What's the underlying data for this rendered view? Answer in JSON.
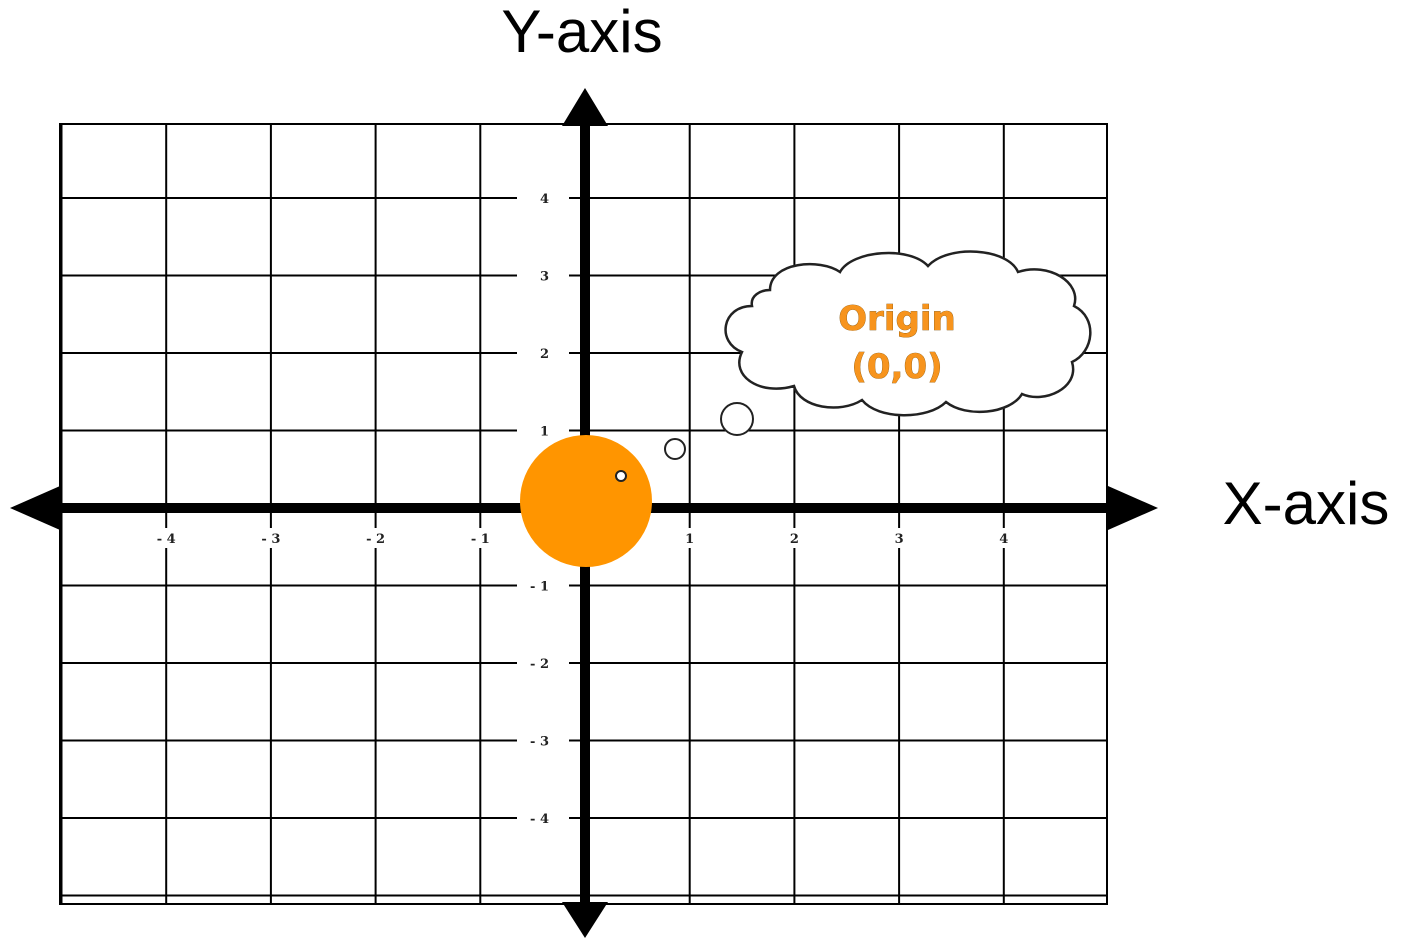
{
  "chart_data": {
    "type": "diagram",
    "ylabel": "Y-axis",
    "xlabel": "X-axis",
    "x_ticks": [
      -4,
      -3,
      -2,
      -1,
      1,
      2,
      3,
      4
    ],
    "y_ticks": [
      4,
      3,
      2,
      1,
      -1,
      -2,
      -3,
      -4
    ],
    "x_tick_labels": [
      "- 4",
      "- 3",
      "- 2",
      "- 1",
      "1",
      "2",
      "3",
      "4"
    ],
    "y_tick_labels": [
      "4",
      "3",
      "2",
      "1",
      "- 1",
      "- 2",
      "- 3",
      "- 4"
    ],
    "grid": true,
    "point": {
      "x": 0,
      "y": 0
    },
    "callout": {
      "line1": "Origin",
      "line2": "(0,0)"
    }
  },
  "colors": {
    "origin_point": "#FF9500",
    "callout_text": "#F7941D",
    "axis": "#000000",
    "grid": "#000000"
  }
}
